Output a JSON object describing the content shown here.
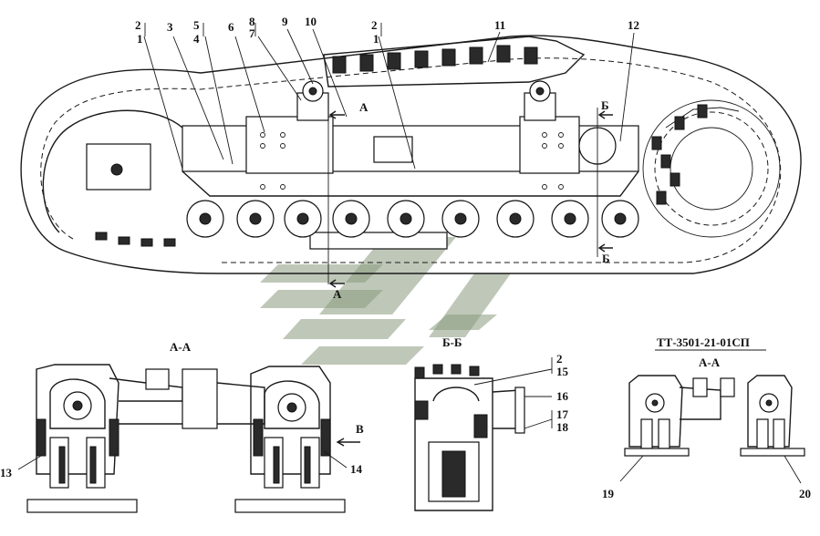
{
  "callouts": {
    "c1a": "1",
    "c2a": "2",
    "c3": "3",
    "c4": "4",
    "c5": "5",
    "c6": "6",
    "c7": "7",
    "c8": "8",
    "c9": "9",
    "c10": "10",
    "c1b": "1",
    "c2b": "2",
    "c11": "11",
    "c12": "12",
    "c13": "13",
    "c14": "14",
    "c2c": "2",
    "c15": "15",
    "c16": "16",
    "c17": "17",
    "c18": "18",
    "c19": "19",
    "c20": "20"
  },
  "section_marks": {
    "a_top": "А",
    "a_bottom": "А",
    "b_top": "Б",
    "b_bottom": "Б",
    "v_arrow": "В"
  },
  "section_titles": {
    "aa_left": "А-А",
    "bb": "Б-Б",
    "variant_code": "ТТ-3501-21-01СП",
    "aa_right": "А-А"
  }
}
